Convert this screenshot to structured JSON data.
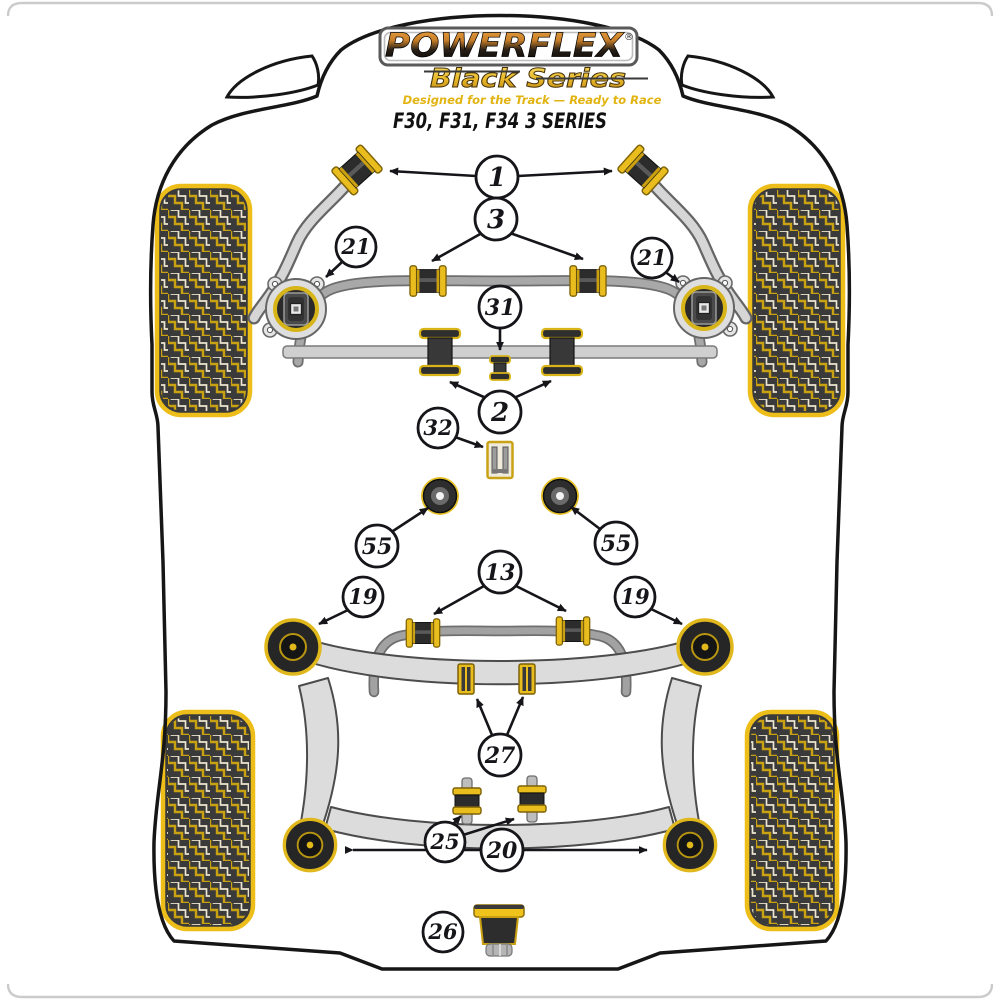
{
  "header": {
    "logo": "POWERFLEX",
    "registered": "®",
    "series": "Black Series",
    "tagline": "Designed for the Track — Ready to Race",
    "model": "F30, F31, F34 3 SERIES"
  },
  "callouts": [
    {
      "label": "1",
      "part": "front-control-arm-front-bushes"
    },
    {
      "label": "3",
      "part": "front-anti-roll-bar-bushes"
    },
    {
      "label": "21",
      "part": "engine-mount-left"
    },
    {
      "label": "21",
      "part": "engine-mount-right"
    },
    {
      "label": "31",
      "part": "steering-rack-centre-bush"
    },
    {
      "label": "2",
      "part": "front-tie-bar-bushes"
    },
    {
      "label": "32",
      "part": "gearbox-mount-insert"
    },
    {
      "label": "55",
      "part": "transmission-round-bush-left"
    },
    {
      "label": "55",
      "part": "transmission-round-bush-right"
    },
    {
      "label": "13",
      "part": "rear-anti-roll-bar-bushes"
    },
    {
      "label": "19",
      "part": "rear-subframe-front-bush-left"
    },
    {
      "label": "19",
      "part": "rear-subframe-front-bush-right"
    },
    {
      "label": "27",
      "part": "rear-crossmember-sleeve-bushes"
    },
    {
      "label": "25",
      "part": "rear-lower-arm-spool-bushes"
    },
    {
      "label": "20",
      "part": "rear-subframe-rear-bushes-span"
    },
    {
      "label": "26",
      "part": "rear-shock-top-mount-bush"
    }
  ],
  "colors": {
    "powerflex_yellow": "#ecbb1a",
    "gold_text": "#e2b411",
    "copper_logo": "#cb7d26",
    "outline_black": "#161616",
    "bar_gray": "#a2a2a2",
    "subframe_gray": "#dcdcdc",
    "tire_dark": "#3a3a3a",
    "frame_gray": "#cbcbcb"
  }
}
